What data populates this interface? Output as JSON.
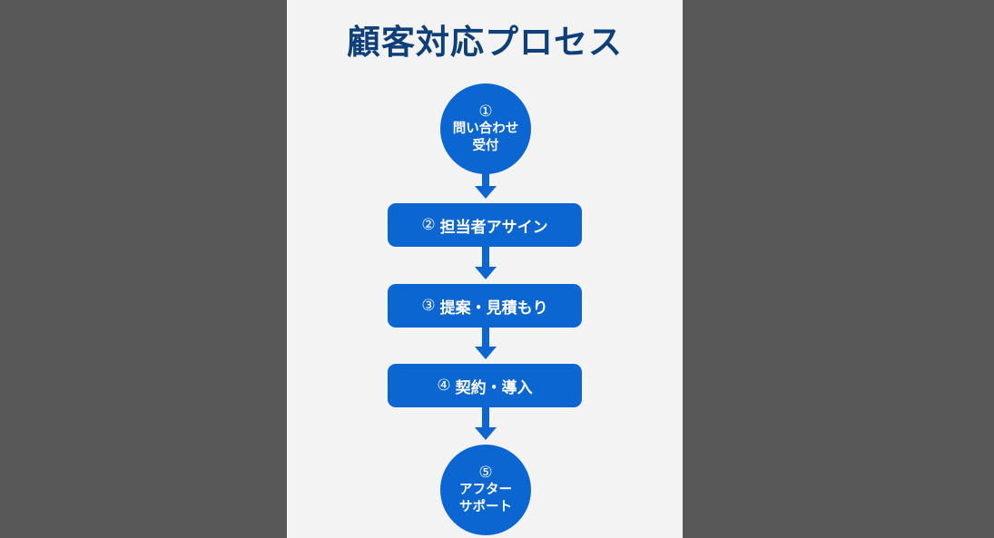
{
  "title": "顧客対応プロセス",
  "colors": {
    "title": "#0d3f78",
    "node_fill": "#0c66d2",
    "node_text": "#ffffff",
    "panel_background": "#f3f3f4",
    "page_background": "#585858"
  },
  "steps": [
    {
      "number": "①",
      "lines": [
        "問い合わせ",
        "受付"
      ],
      "shape": "circle"
    },
    {
      "number": "②",
      "label": "担当者アサイン",
      "shape": "rounded-rectangle"
    },
    {
      "number": "③",
      "label": "提案・見積もり",
      "shape": "rounded-rectangle"
    },
    {
      "number": "④",
      "label": "契約・導入",
      "shape": "rounded-rectangle"
    },
    {
      "number": "⑤",
      "lines": [
        "アフター",
        "サポート"
      ],
      "shape": "circle"
    }
  ],
  "connectors": [
    {
      "from": 1,
      "to": 2,
      "type": "arrow-down"
    },
    {
      "from": 2,
      "to": 3,
      "type": "arrow-down"
    },
    {
      "from": 3,
      "to": 4,
      "type": "arrow-down"
    },
    {
      "from": 4,
      "to": 5,
      "type": "arrow-down"
    }
  ]
}
